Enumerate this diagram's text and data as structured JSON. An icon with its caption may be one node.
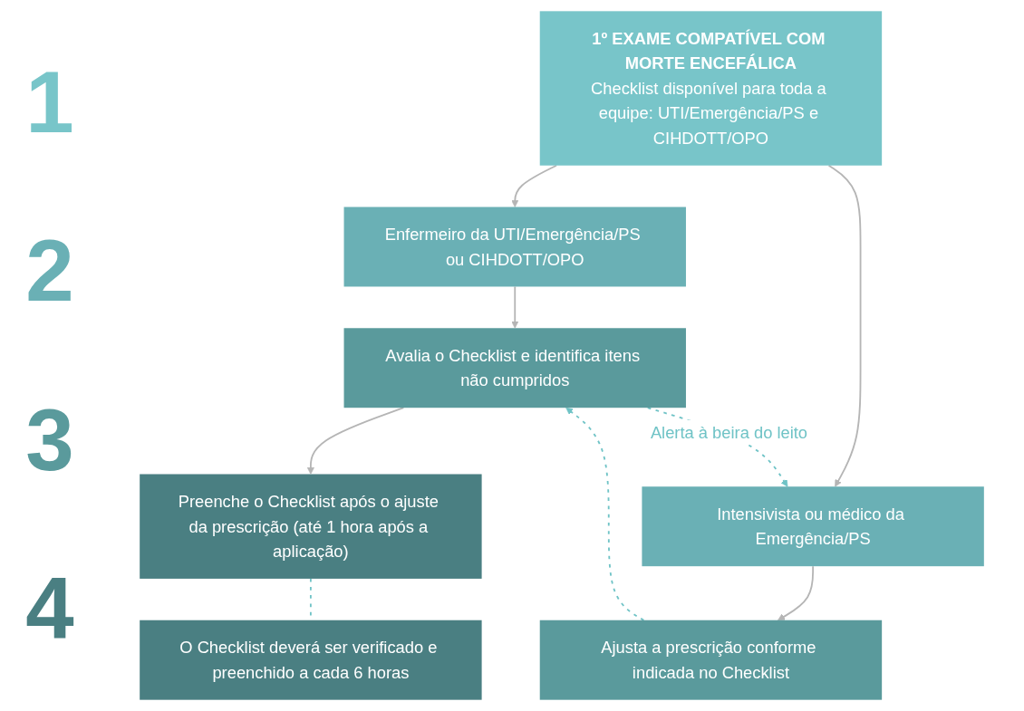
{
  "diagram": {
    "nodes": [
      {
        "text": [
          "1º EXAME COMPATÍVEL COM MORTE ENCEFÁLICA",
          "Checklist disponível para toda a equipe: UTI/Emergência/PS e CIHDOTT/OPO"
        ]
      },
      {
        "text": [
          "Enfermeiro da UTI/Emergência/PS ou CIHDOTT/OPO"
        ]
      },
      {
        "text": [
          "Intensivista ou médico da Emergência/PS"
        ]
      },
      {
        "text": [
          "Avalia o Checklist e identifica itens não cumpridos"
        ]
      },
      {
        "text": [
          "Ajusta a prescrição conforme indicada no Checklist"
        ]
      },
      {
        "text": [
          "Preenche o Checklist após o ajuste da prescrição (até 1 hora após a aplicação)"
        ]
      },
      {
        "text": [
          "O Checklist deverá ser verificado e preenchido a cada 6 horas"
        ]
      }
    ],
    "edges": [
      {
        "from": 0,
        "to": 1,
        "arrow": "to"
      },
      {
        "from": 0,
        "to": 2,
        "arrow": "to"
      },
      {
        "from": 1,
        "to": 3,
        "arrow": "to"
      },
      {
        "from": 2,
        "to": 4,
        "arrow": "to"
      },
      {
        "from": 3,
        "to": 5,
        "arrow": "to"
      },
      {
        "from": 3,
        "to": 2,
        "arrow": "to",
        "label": "Alerta à beira do leito",
        "style": "dashed",
        "color": "#6fc3c6"
      },
      {
        "from": 4,
        "to": 3,
        "arrow": "to",
        "style": "dashed",
        "color": "#6fc3c6"
      },
      {
        "from": 5,
        "to": 6,
        "arrow": "none",
        "style": "dashed",
        "color": "#6fc3c6"
      }
    ],
    "labels": [
      "1",
      "2",
      "3",
      "4"
    ]
  }
}
